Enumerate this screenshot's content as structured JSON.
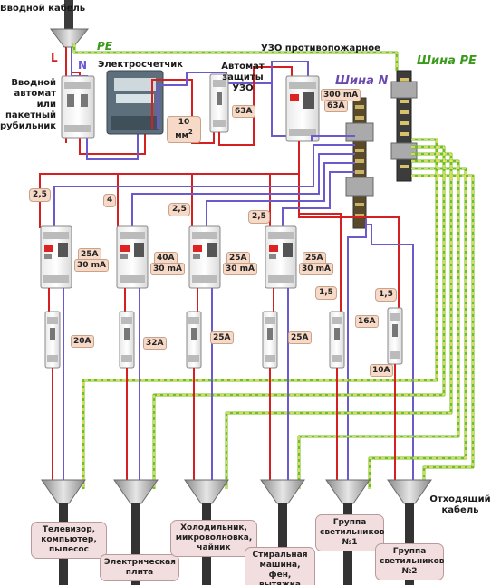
{
  "input": {
    "cable": "Вводной кабель",
    "L": "L",
    "N": "N",
    "PE": "PE",
    "main_switch": "Вводной автомат или пакетный рубильник",
    "meter": "Электросчетчик",
    "meter_section": "10 мм",
    "meter_section_sup": "2",
    "rcd_protect": "Автомат защиты УЗО",
    "rcd_protect_rating": "63A",
    "fire_rcd": "УЗО противопожарное",
    "fire_rcd_ma": "300 mA",
    "fire_rcd_a": "63A"
  },
  "buses": {
    "n": "Шина N",
    "pe": "Шина PE"
  },
  "groups": [
    {
      "section": "2,5",
      "rcd_a": "25A",
      "rcd_ma": "30 mA",
      "breaker": "20A",
      "load": "Телевизор, компьютер, пылесос"
    },
    {
      "section": "4",
      "rcd_a": "40A",
      "rcd_ma": "30 mA",
      "breaker": "32A",
      "load": "Электрическая плита"
    },
    {
      "section": "2,5",
      "rcd_a": "25A",
      "rcd_ma": "30 mA",
      "breaker": "25A",
      "load": "Холодильник, микроволновка, чайник"
    },
    {
      "section": "2,5",
      "rcd_a": "25A",
      "rcd_ma": "30 mA",
      "breaker": "25A",
      "load": "Стиральная машина, фен, вытяжка"
    },
    {
      "section": "1,5",
      "breaker": "16A",
      "load": "Группа светильников №1"
    },
    {
      "section": "1,5",
      "breaker": "10A",
      "load": "Группа светильников №2"
    }
  ],
  "outgoing": "Отходящий кабель",
  "colors": {
    "phase": "#d42020",
    "neutral": "#6a5acd",
    "earth": "#6fbf2a",
    "earth_dash": "#f4e56a",
    "bus_pe": "#3a9a1a",
    "bus_n": "#6a4ab0"
  }
}
